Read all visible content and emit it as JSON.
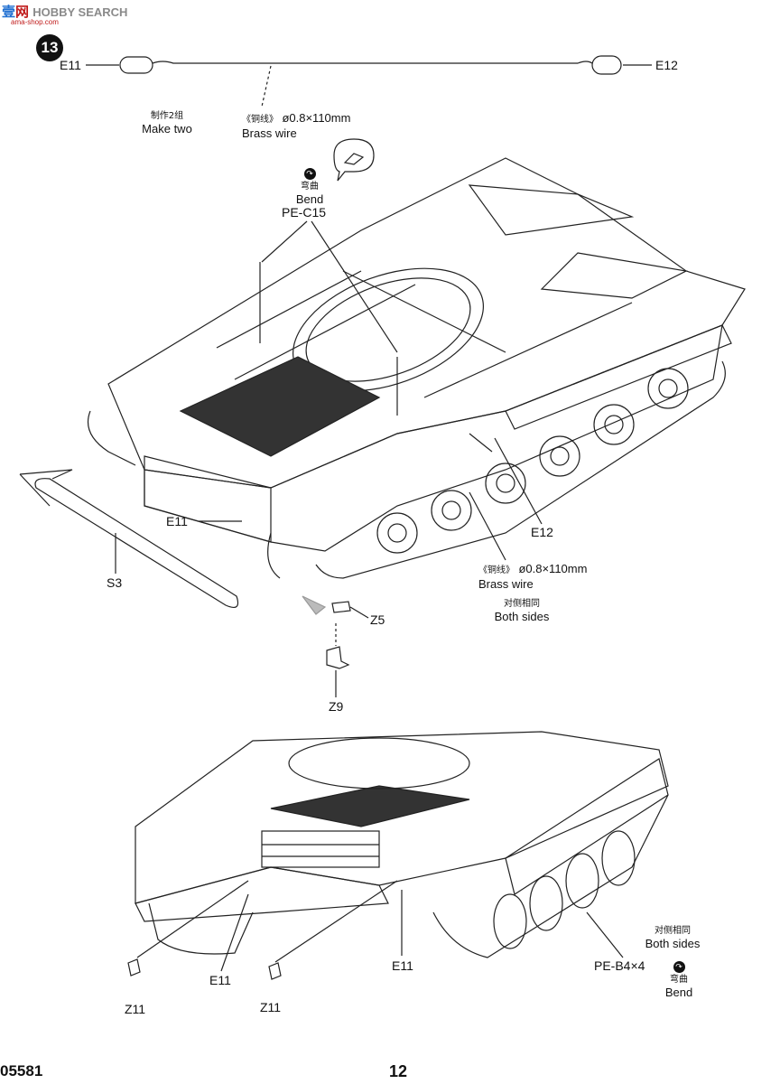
{
  "watermark": {
    "part1": "壹",
    "part2": "网",
    "part3": "HOBBY SEARCH",
    "sub": "ama-shop.com"
  },
  "step_number": "13",
  "top_wire": {
    "left_label": "E11",
    "right_label": "E12",
    "cn_note": "制作2组",
    "note": "Make two",
    "cn_material": "《铜线》",
    "dimension": "ø0.8×110mm",
    "material": "Brass wire"
  },
  "bend_callout": {
    "cn": "弯曲",
    "label": "Bend",
    "part": "PE-C15"
  },
  "upper_labels": {
    "e11": "E11",
    "s3": "S3",
    "e12": "E12",
    "cn_material": "《铜线》",
    "dimension": "ø0.8×110mm",
    "material": "Brass wire",
    "cn_both": "对侧相同",
    "both": "Both sides",
    "z5": "Z5",
    "z9": "Z9"
  },
  "lower_labels": {
    "e11_left": "E11",
    "e11_right": "E11",
    "z11_left": "Z11",
    "z11_right": "Z11",
    "cn_both": "对侧相同",
    "both": "Both sides",
    "pe": "PE-B4×4",
    "cn_bend": "弯曲",
    "bend": "Bend"
  },
  "footer": {
    "kit_number": "05581",
    "page_number": "12"
  }
}
